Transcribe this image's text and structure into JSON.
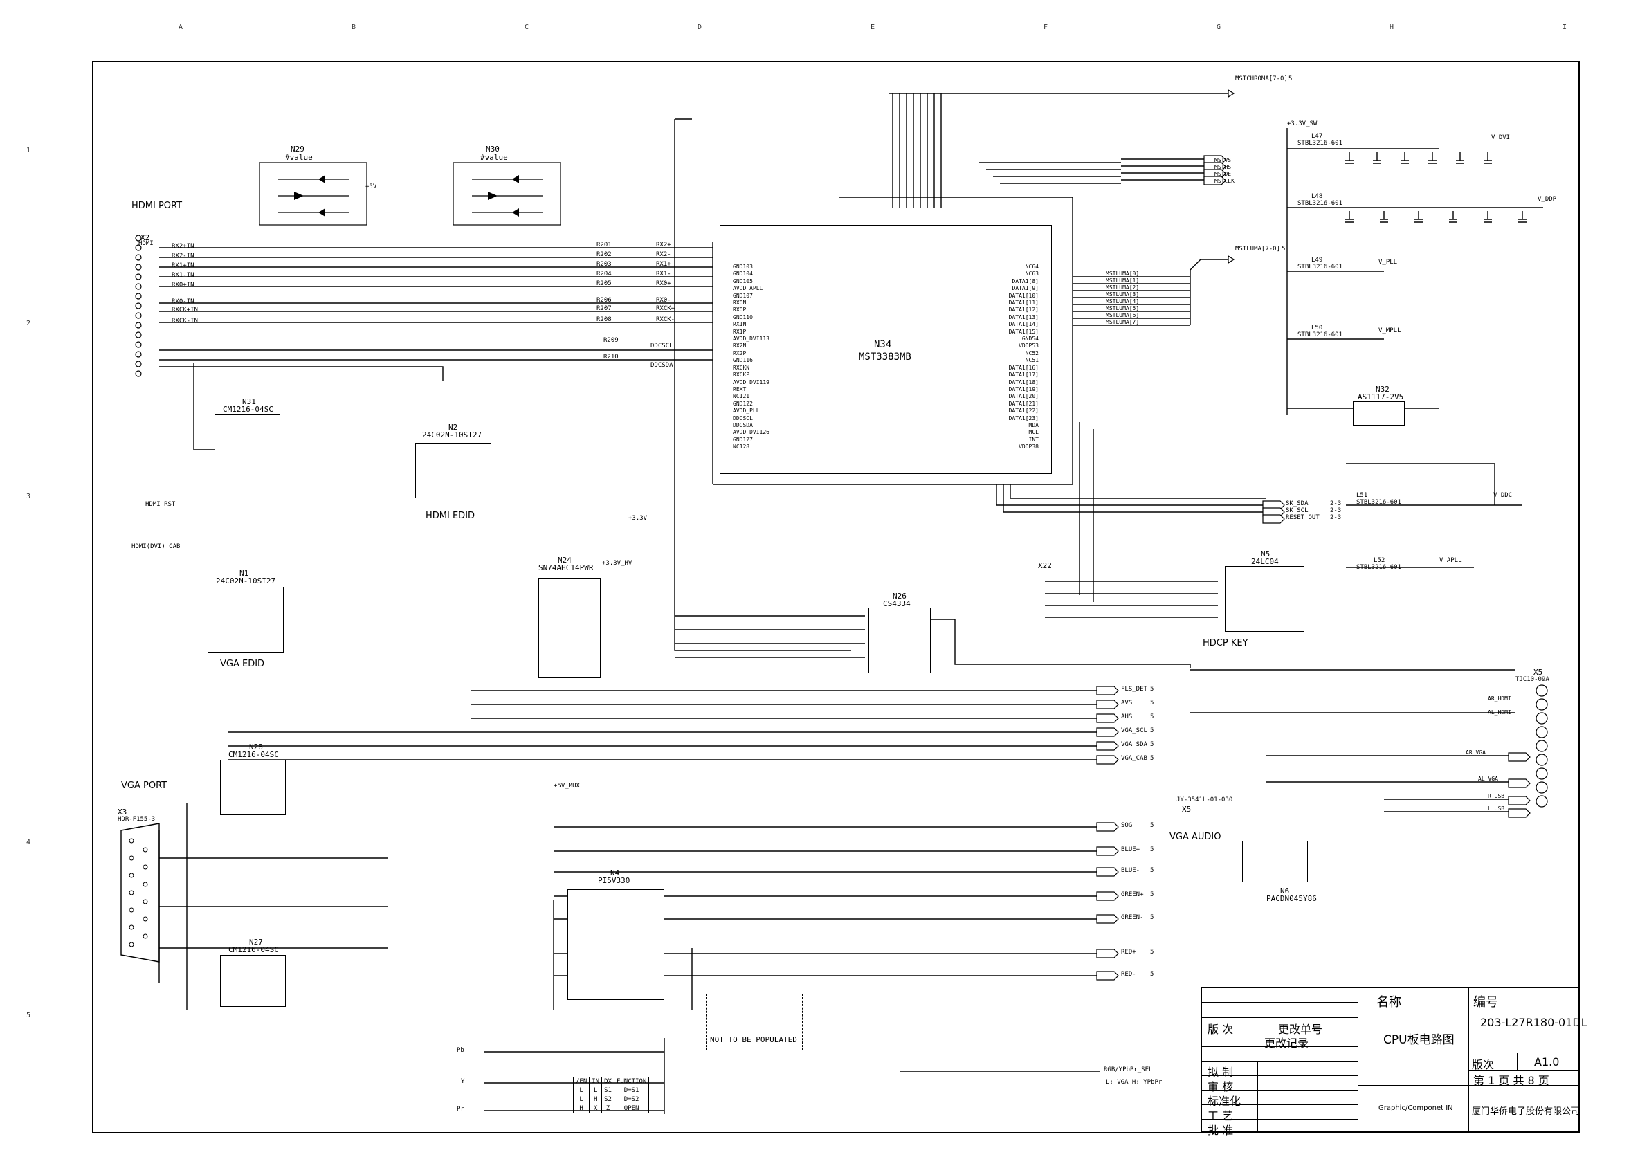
{
  "sheet": {
    "col_markers": [
      "A",
      "B",
      "C",
      "D",
      "E",
      "F",
      "G",
      "H",
      "I"
    ],
    "row_markers": [
      "1",
      "2",
      "3",
      "4",
      "5"
    ]
  },
  "sections": {
    "hdmi_port": "HDMI PORT",
    "vga_port": "VGA PORT",
    "hdmi_edid": "HDMI EDID",
    "vga_edid": "VGA EDID",
    "hdcp_key": "HDCP KEY",
    "vga_audio": "VGA AUDIO",
    "not_populated": "NOT TO BE POPULATED"
  },
  "main_ic": {
    "ref": "N34",
    "part": "MST3383MB"
  },
  "ics": [
    {
      "id": "n29",
      "ref": "N29",
      "part": "#value"
    },
    {
      "id": "n30",
      "ref": "N30",
      "part": "#value"
    },
    {
      "id": "n31",
      "ref": "N31",
      "part": "CM1216-04SC"
    },
    {
      "id": "n2",
      "ref": "N2",
      "part": "24C02N-10SI27"
    },
    {
      "id": "n1",
      "ref": "N1",
      "part": "24C02N-10SI27"
    },
    {
      "id": "n24",
      "ref": "N24",
      "part": "SN74AHC14PWR"
    },
    {
      "id": "n26",
      "ref": "N26",
      "part": "CS4334"
    },
    {
      "id": "n5",
      "ref": "N5",
      "part": "24LC04"
    },
    {
      "id": "n32",
      "ref": "N32",
      "part": "AS1117-2V5"
    },
    {
      "id": "n28",
      "ref": "N28",
      "part": "CM1216-04SC"
    },
    {
      "id": "n27",
      "ref": "N27",
      "part": "CM1216-04SC"
    },
    {
      "id": "n4",
      "ref": "N4",
      "part": "PI5V330"
    },
    {
      "id": "n6",
      "ref": "N6",
      "part": "PACDN045Y86"
    }
  ],
  "connectors": {
    "x2": {
      "ref": "X2",
      "part": "HDMI"
    },
    "x3": {
      "ref": "X3",
      "part": "HDR-F155-3"
    },
    "x5": {
      "ref": "X5",
      "part": "TJC10-09A"
    },
    "x5b": {
      "ref": "X5",
      "part": "JY-3541L-01-030"
    },
    "x22": {
      "ref": "X22"
    }
  },
  "hdmi_nets": [
    "RX2+IN",
    "RX2-IN",
    "RX1+IN",
    "RX1-IN",
    "RX0+IN",
    "RX0-IN",
    "RXCK+IN",
    "RXCK-IN"
  ],
  "hdmi_out_nets": [
    "RX2+",
    "RX2-",
    "RX1+",
    "RX1-",
    "RX0+",
    "RX0-",
    "RXCK+",
    "RXCK-",
    "DDCSCL",
    "DDCSDA"
  ],
  "series_res": [
    "R201",
    "R202",
    "R203",
    "R204",
    "R205",
    "R206",
    "R207",
    "R208",
    "R209",
    "R210"
  ],
  "n34_left_pins": [
    "GND103",
    "GND104",
    "GND105",
    "AVDD_APLL",
    "GND107",
    "RXON",
    "RXOP",
    "GND110",
    "RX1N",
    "RX1P",
    "AVDD_DVI113",
    "RX2N",
    "RX2P",
    "GND116",
    "RXCKN",
    "RXCKP",
    "AVDD_DVI119",
    "REXT",
    "NC121",
    "GND122",
    "AVDD_PLL",
    "DDCSCL",
    "DDCSDA",
    "AVDD_DVI126",
    "GND127",
    "NC128"
  ],
  "n34_right_pins": [
    "NC64",
    "NC63",
    "DATA1[8]",
    "DATA1[9]",
    "DATA1[10]",
    "DATA1[11]",
    "DATA1[12]",
    "DATA1[13]",
    "DATA1[14]",
    "DATA1[15]",
    "GND54",
    "VDDP53",
    "NC52",
    "NC51",
    "DATA1[16]",
    "DATA1[17]",
    "DATA1[18]",
    "DATA1[19]",
    "DATA1[20]",
    "DATA1[21]",
    "DATA1[22]",
    "DATA1[23]",
    "MDA",
    "MCL",
    "INT",
    "VDDP38"
  ],
  "right_nets": {
    "mstchroma": "MSTCHROMA[7-0]",
    "mstluma": "MSTLUMA[7-0]",
    "sync": [
      "MSTVS",
      "MSTHS",
      "MSTDE",
      "MSTCLK"
    ],
    "luma": [
      "MSTLUMA[0]",
      "MSTLUMA[1]",
      "MSTLUMA[2]",
      "MSTLUMA[3]",
      "MSTLUMA[4]",
      "MSTLUMA[5]",
      "MSTLUMA[6]",
      "MSTLUMA[7]"
    ],
    "bus": [
      "SK_SDA",
      "SK_SCL",
      "RESET_OUT"
    ],
    "page_ref": "5",
    "page_ref2": "2-3"
  },
  "power_rails": [
    "+3.3V_SW",
    "V_DVI",
    "V_DDP",
    "V_PLL",
    "V_MPLL",
    "V_DDC",
    "V_APLL",
    "+5V",
    "+3.3V_HV",
    "+3.3V",
    "+5V_MUX"
  ],
  "ferrites": [
    {
      "ref": "L47",
      "part": "STBL3216-601"
    },
    {
      "ref": "L48",
      "part": "STBL3216-601"
    },
    {
      "ref": "L49",
      "part": "STBL3216-601"
    },
    {
      "ref": "L50",
      "part": "STBL3216-601"
    },
    {
      "ref": "L51",
      "part": "STBL3216-601"
    },
    {
      "ref": "L52",
      "part": "STBL3216-601"
    }
  ],
  "mid_nets": [
    "FLS_DET",
    "AVS",
    "AHS",
    "VGA_SCL",
    "VGA_SDA",
    "VGA_CAB"
  ],
  "video_nets": [
    "SOG",
    "BLUE+",
    "BLUE-",
    "GREEN+",
    "GREEN-",
    "RED+",
    "RED-"
  ],
  "audio_nets": [
    "AR_HDMI",
    "AL_HDMI",
    "AR_VGA",
    "AL_VGA",
    "R_USB",
    "L_USB"
  ],
  "left_inputs": [
    "HDMI_RST",
    "HDMI(DVI)_CAB",
    "Pb",
    "Y",
    "Pr"
  ],
  "bottom_net": "RGB/YPbPr_SEL",
  "bottom_note": "L: VGA H: YPbPr",
  "truth_table": {
    "headers": [
      "/EN",
      "IN",
      "DX",
      "FUNCTION"
    ],
    "rows": [
      [
        "L",
        "L",
        "S1",
        "D=S1"
      ],
      [
        "L",
        "H",
        "S2",
        "D=S2"
      ],
      [
        "H",
        "X",
        "Z",
        "OPEN"
      ]
    ]
  },
  "title_block": {
    "name_label": "名称",
    "number_label": "编号",
    "doc_number": "203-L27R180-01DL",
    "version_label": "版 次",
    "change_no_label": "更改单号",
    "change_rec_label": "更改记录",
    "title": "CPU板电路图",
    "draft": "拟 制",
    "review": "审 核",
    "standard": "标准化",
    "process": "工 艺",
    "approve": "批 准",
    "rev_label": "版次",
    "rev": "A1.0",
    "page": "第 1 页 共 8 页",
    "graphic": "Graphic/Componet IN",
    "company": "厦门华侨电子股份有限公司"
  }
}
